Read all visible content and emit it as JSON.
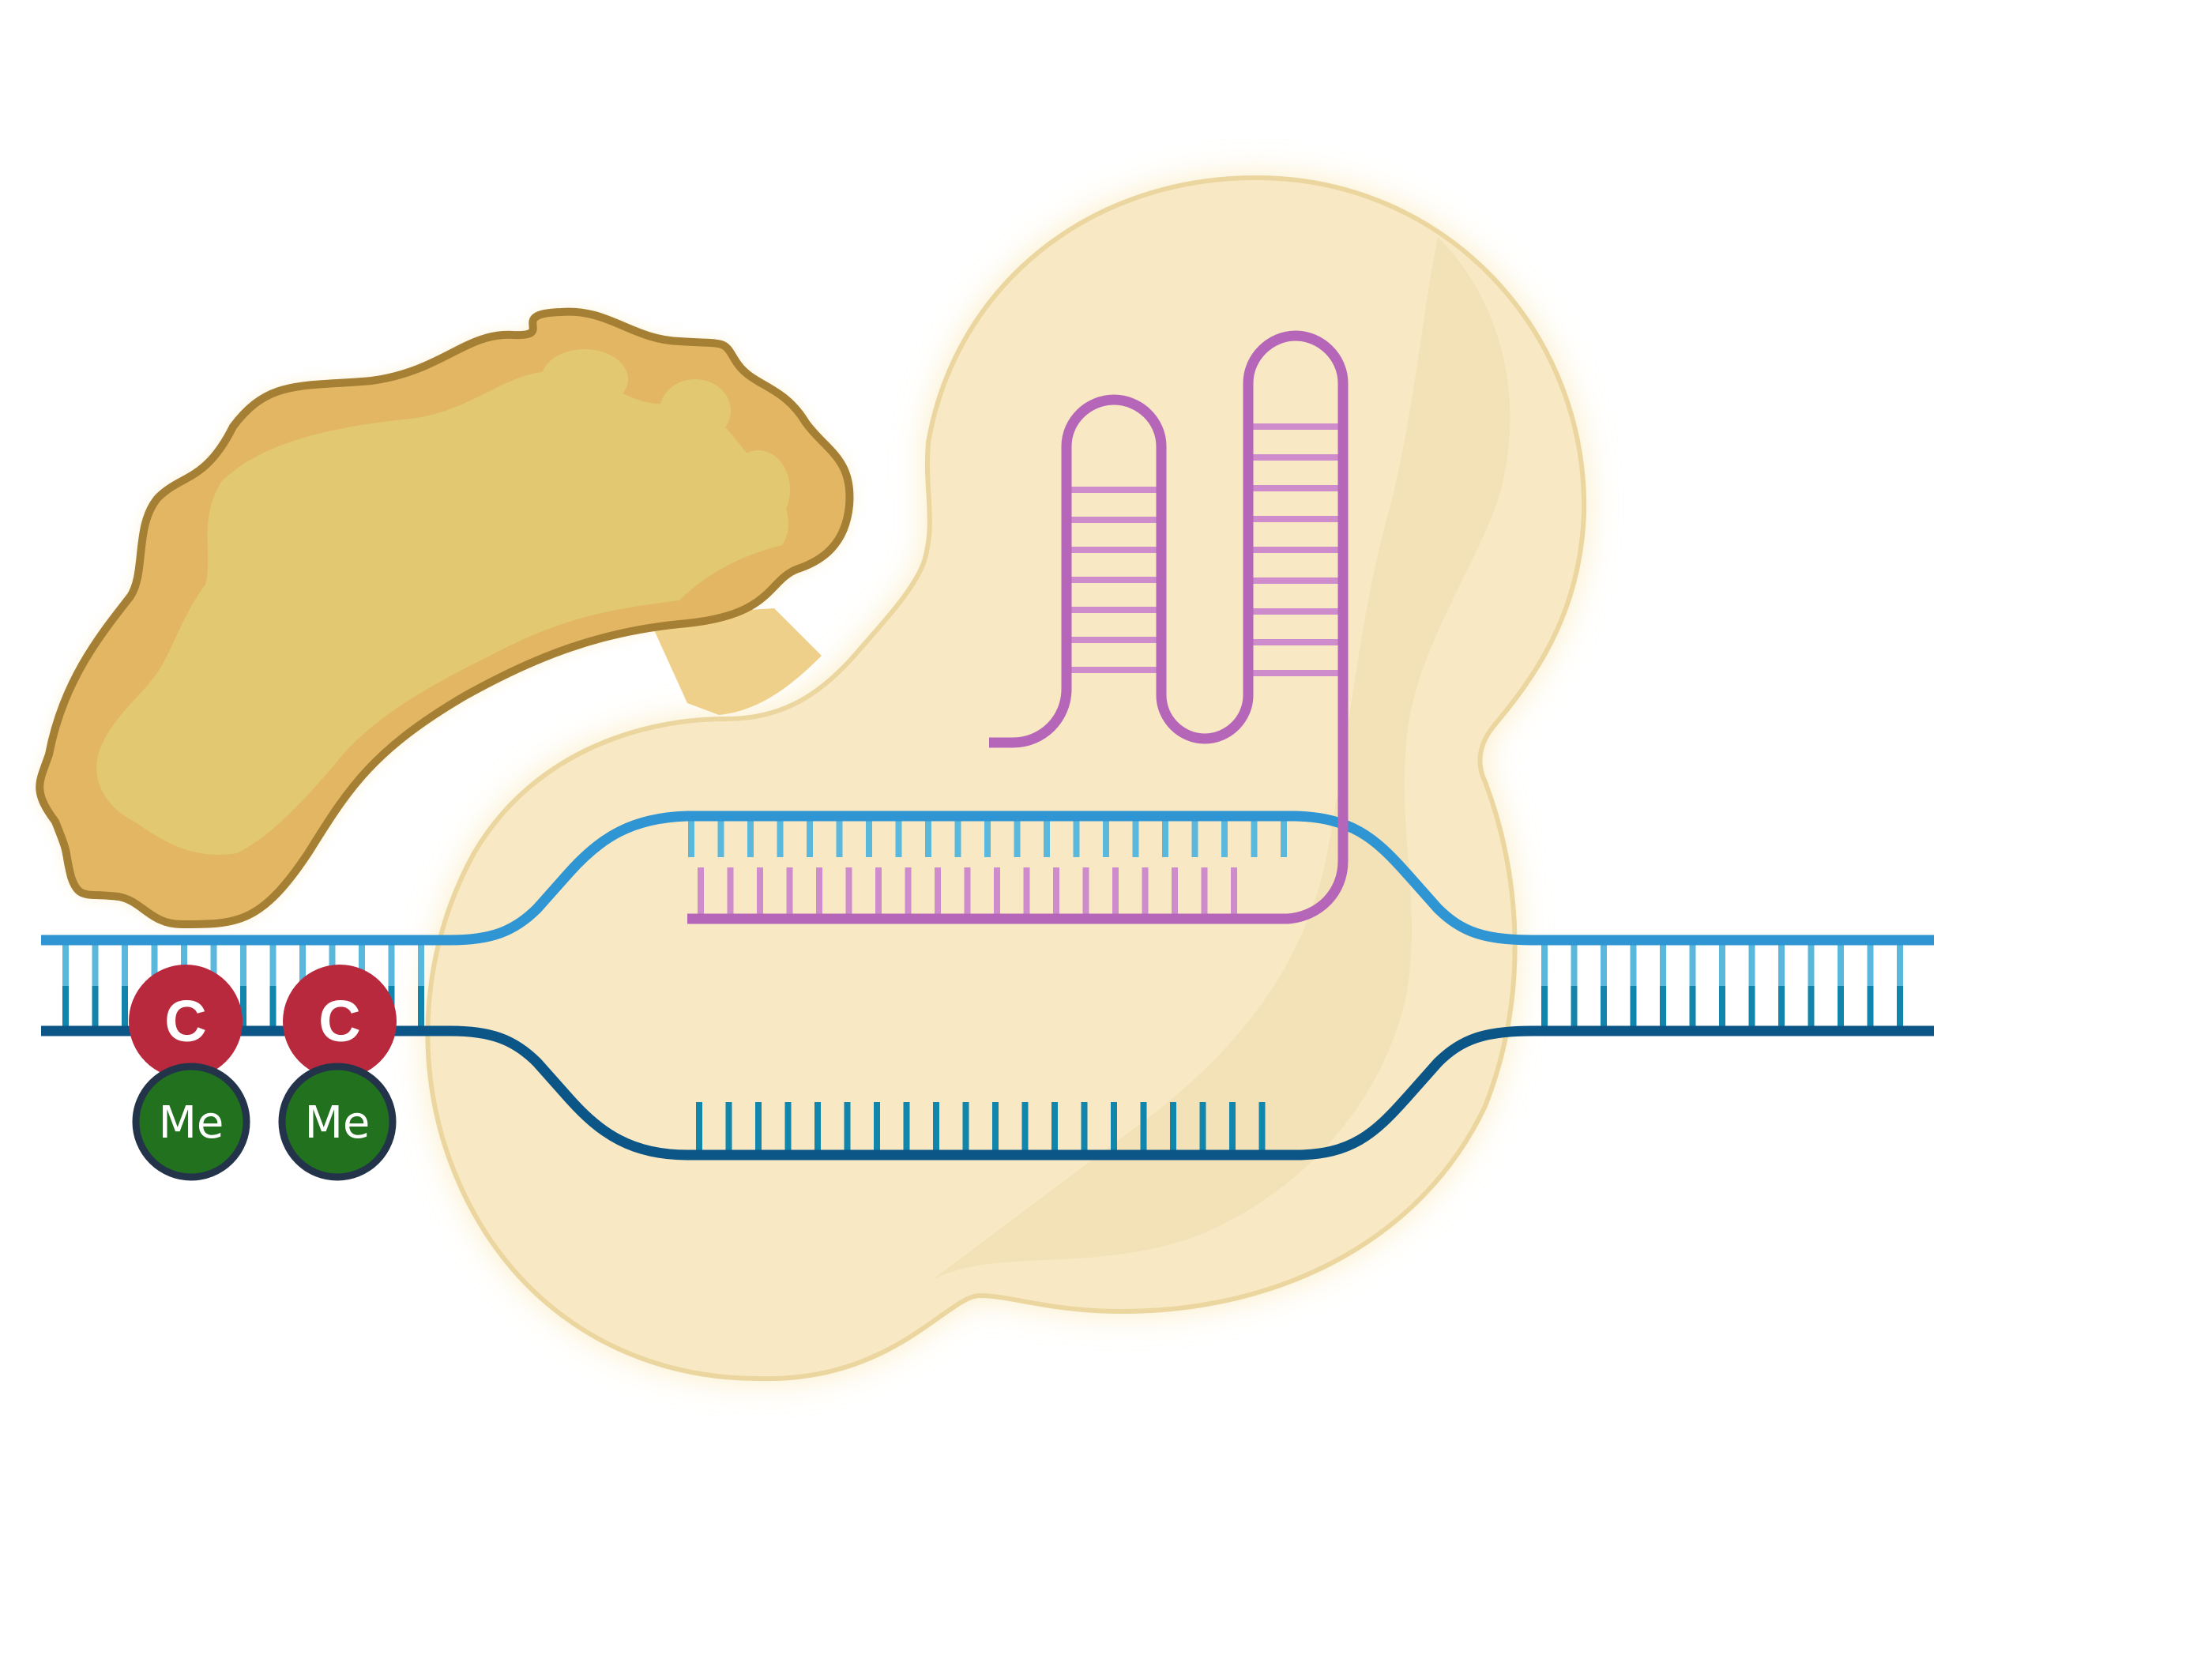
{
  "colors": {
    "background": "#ffffff",
    "cas_body": "#f8e8c4",
    "cas_outline": "#ecd6a0",
    "cas_glow": "#f6d987",
    "effector_fill": "#e2c870",
    "effector_shade": "#e3b664",
    "effector_outline": "#a57f34",
    "linker": "#efd08a",
    "dna_top_strand": "#2f95d3",
    "dna_top_rungs": "#5ab8dc",
    "dna_bottom_strand": "#0c5587",
    "dna_bottom_rungs": "#1285ad",
    "guide_rna": "#b566b8",
    "guide_rna_rungs": "#cf8ccd",
    "cytosine": "#b8293e",
    "methyl_group": "#21711f",
    "methyl_outline": "#23334a",
    "label_text": "#ffffff"
  },
  "labels": {
    "cytosine": "C",
    "methyl": "Me"
  },
  "methylated_cytosines": [
    {
      "base": "C",
      "mark": "Me"
    },
    {
      "base": "C",
      "mark": "Me"
    }
  ]
}
